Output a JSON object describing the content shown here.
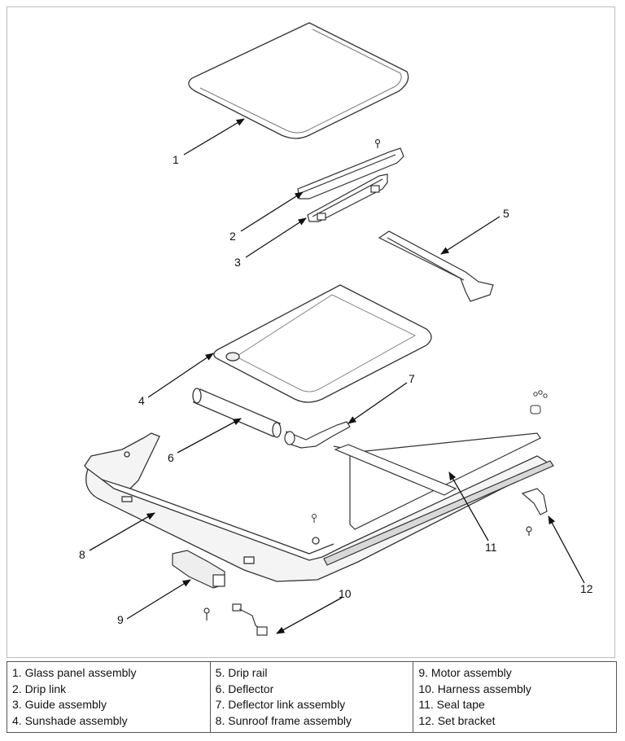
{
  "callouts": [
    "1",
    "2",
    "3",
    "4",
    "5",
    "6",
    "7",
    "8",
    "9",
    "10",
    "11",
    "12"
  ],
  "legend": [
    [
      "1. Glass panel assembly",
      "2. Drip link",
      "3. Guide assembly",
      "4. Sunshade assembly"
    ],
    [
      "5. Drip rail",
      "6. Deflector",
      "7. Deflector link assembly",
      "8. Sunroof frame assembly"
    ],
    [
      "9. Motor assembly",
      "10. Harness assembly",
      "11. Seal tape",
      "12. Set bracket"
    ]
  ]
}
